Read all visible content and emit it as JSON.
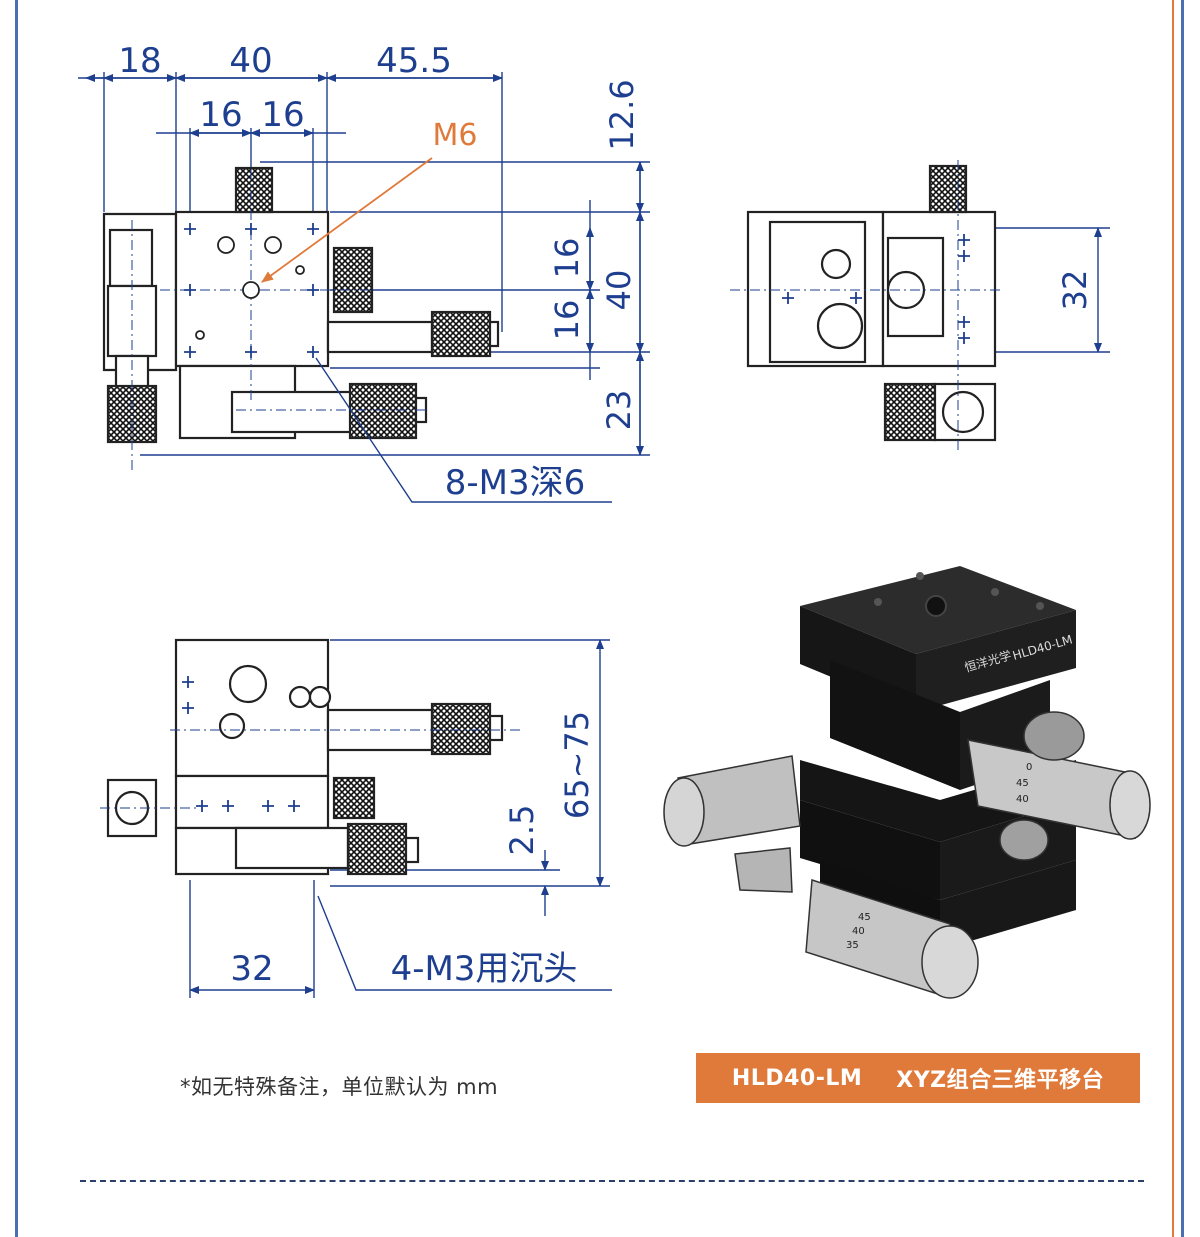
{
  "top_view": {
    "dims_top": [
      "18",
      "40",
      "45.5"
    ],
    "dims_inner": [
      "16",
      "16"
    ],
    "callout_center": "M6",
    "dims_right": [
      "12.6",
      "16",
      "16",
      "40",
      "23"
    ],
    "callout_holes": "8-M3深6"
  },
  "side_view": {
    "dim_right": "32"
  },
  "front_view": {
    "dim_height": "65~75",
    "dim_small": "2.5",
    "dim_bottom": "32",
    "callout_holes": "4-M3用沉头"
  },
  "product": {
    "brand": "恒洋光学",
    "model_label": "HLD40-LM",
    "scale_marks": [
      "0",
      "45",
      "40",
      "45",
      "40",
      "35"
    ]
  },
  "footer": {
    "note": "*如无特殊备注，单位默认为 mm",
    "badge_model": "HLD40-LM",
    "badge_title": "XYZ组合三维平移台"
  },
  "colors": {
    "dimension_blue": "#1e3f8f",
    "accent_orange": "#e07a3a",
    "line_gray": "#222222"
  }
}
